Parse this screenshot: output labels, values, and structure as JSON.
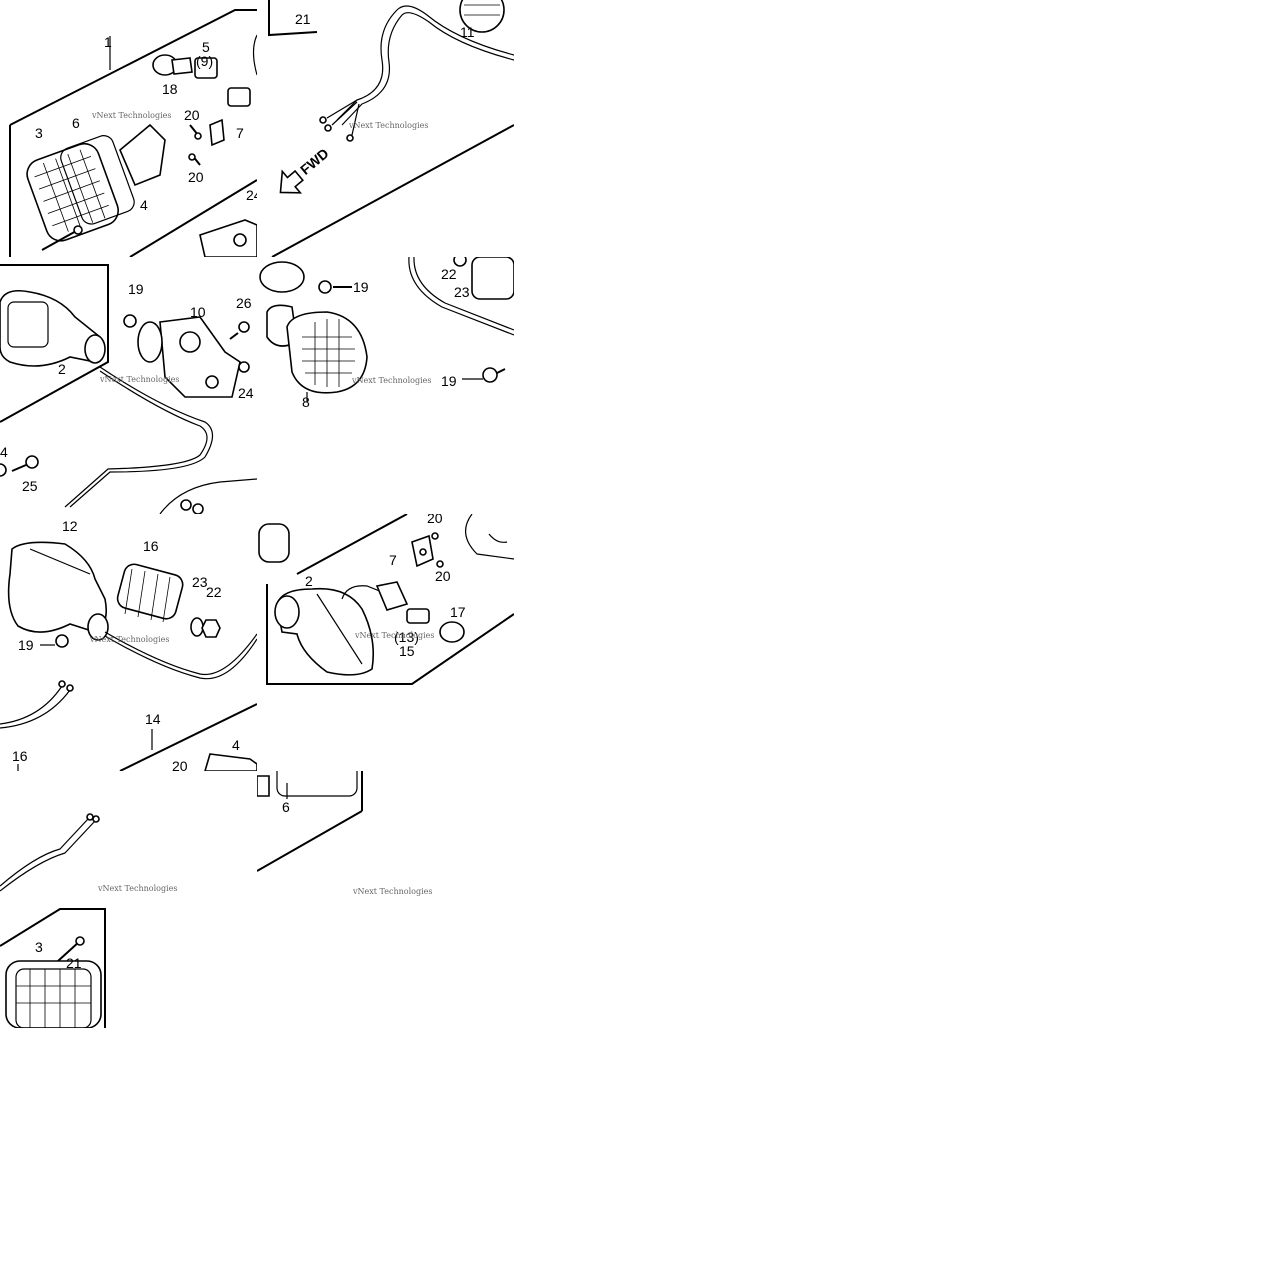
{
  "watermark": "vNext Technologies",
  "fwd_label": "FWD",
  "labels": {
    "t1": [
      "1",
      "5",
      "(9)",
      "18",
      "20",
      "7",
      "20",
      "3",
      "6",
      "4",
      "24"
    ],
    "t2": [
      "21",
      "11"
    ],
    "t3": [
      "19",
      "10",
      "26",
      "2",
      "24",
      "4",
      "25"
    ],
    "t4": [
      "22",
      "23",
      "19",
      "19",
      "8"
    ],
    "t5": [
      "12",
      "16",
      "23",
      "22",
      "19",
      "14",
      "16",
      "4",
      "20"
    ],
    "t6": [
      "20",
      "7",
      "20",
      "2",
      "17",
      "(13)",
      "15"
    ],
    "t7": [
      "3",
      "21"
    ],
    "t8": [
      "6"
    ]
  }
}
